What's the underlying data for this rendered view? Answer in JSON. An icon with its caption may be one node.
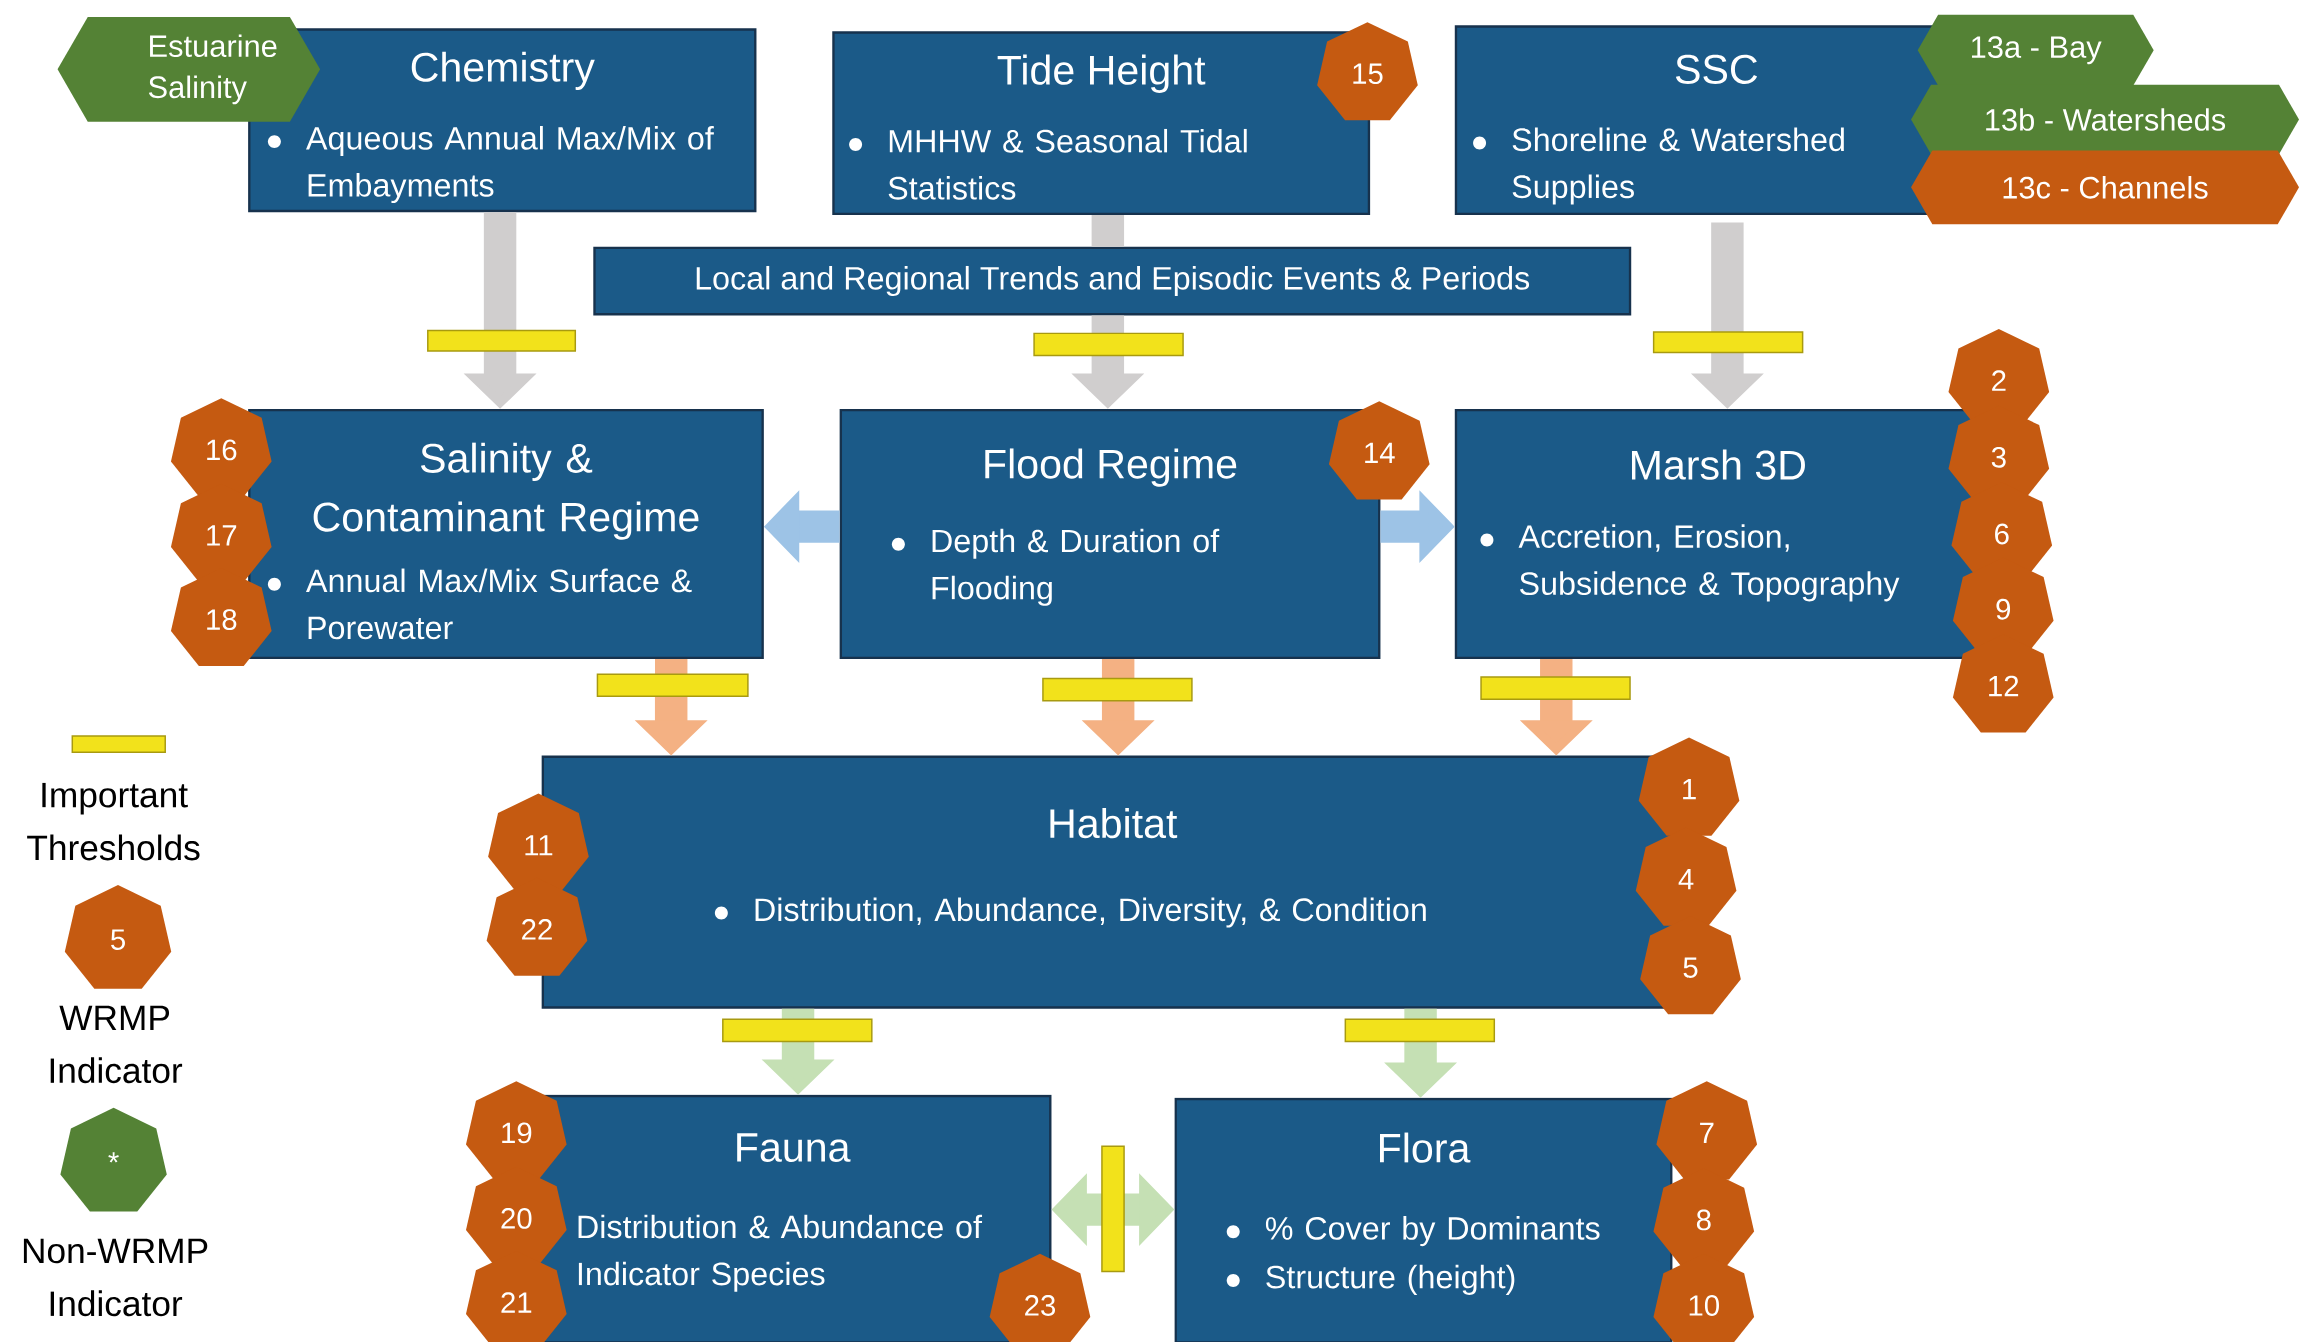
{
  "diagram": {
    "nodes": [
      {
        "text": [
          "Chemistry",
          "Aqueous Annual Max/Mix of Embayments"
        ]
      },
      {
        "text": [
          "Estuarine Salinity"
        ]
      },
      {
        "text": [
          "Tide Height",
          "MHHW & Seasonal Tidal Statistics"
        ]
      },
      {
        "text": [
          "15"
        ]
      },
      {
        "text": [
          "SSC",
          "Shoreline & Watershed Supplies"
        ]
      },
      {
        "text": [
          "13a - Bay"
        ]
      },
      {
        "text": [
          "13b - Watersheds"
        ]
      },
      {
        "text": [
          "13c - Channels"
        ]
      },
      {
        "text": [
          "Local and Regional Trends and Episodic Events & Periods"
        ]
      },
      {
        "text": [
          "Salinity & Contaminant Regime",
          "Annual Max/Mix Surface & Porewater"
        ]
      },
      {
        "text": [
          "16"
        ]
      },
      {
        "text": [
          "17"
        ]
      },
      {
        "text": [
          "18"
        ]
      },
      {
        "text": [
          "Flood Regime",
          "Depth & Duration of Flooding"
        ]
      },
      {
        "text": [
          "14"
        ]
      },
      {
        "text": [
          "Marsh 3D",
          "Accretion, Erosion, Subsidence & Topography"
        ]
      },
      {
        "text": [
          "2"
        ]
      },
      {
        "text": [
          "3"
        ]
      },
      {
        "text": [
          "6"
        ]
      },
      {
        "text": [
          "9"
        ]
      },
      {
        "text": [
          "12"
        ]
      },
      {
        "text": [
          "Habitat",
          "Distribution, Abundance, Diversity, & Condition"
        ]
      },
      {
        "text": [
          "11"
        ]
      },
      {
        "text": [
          "22"
        ]
      },
      {
        "text": [
          "1"
        ]
      },
      {
        "text": [
          "4"
        ]
      },
      {
        "text": [
          "5"
        ]
      },
      {
        "text": [
          "Fauna",
          "Distribution & Abundance of Indicator Species"
        ]
      },
      {
        "text": [
          "19"
        ]
      },
      {
        "text": [
          "20"
        ]
      },
      {
        "text": [
          "21"
        ]
      },
      {
        "text": [
          "23"
        ]
      },
      {
        "text": [
          "Flora",
          "% Cover by Dominants",
          "Structure (height)"
        ]
      },
      {
        "text": [
          "7"
        ]
      },
      {
        "text": [
          "8"
        ]
      },
      {
        "text": [
          "10"
        ]
      }
    ],
    "edges": [
      {
        "from": 0,
        "to": 9,
        "arrow": "to",
        "color": "#d0cece"
      },
      {
        "from": 2,
        "to": 8,
        "arrow": "none",
        "color": "#d0cece"
      },
      {
        "from": 8,
        "to": 13,
        "arrow": "to",
        "color": "#d0cece"
      },
      {
        "from": 4,
        "to": 15,
        "arrow": "to",
        "color": "#d0cece"
      },
      {
        "from": 13,
        "to": 9,
        "arrow": "to",
        "color": "#9dc3e6"
      },
      {
        "from": 13,
        "to": 15,
        "arrow": "to",
        "color": "#9dc3e6"
      },
      {
        "from": 9,
        "to": 21,
        "arrow": "to",
        "color": "#f4b183"
      },
      {
        "from": 13,
        "to": 21,
        "arrow": "to",
        "color": "#f4b183"
      },
      {
        "from": 15,
        "to": 21,
        "arrow": "to",
        "color": "#f4b183"
      },
      {
        "from": 21,
        "to": 27,
        "arrow": "to",
        "color": "#c5e0b4"
      },
      {
        "from": 21,
        "to": 32,
        "arrow": "to",
        "color": "#c5e0b4"
      },
      {
        "from": 27,
        "to": 32,
        "arrow": "both",
        "color": "#c5e0b4"
      }
    ],
    "labels": [
      "5",
      "*"
    ],
    "legend": [
      {
        "text": "Important Thresholds",
        "color": "#f2e21b"
      },
      {
        "text": "WRMP Indicator",
        "color": "#c55a11"
      },
      {
        "text": "Non-WRMP Indicator",
        "color": "#548235"
      }
    ]
  }
}
